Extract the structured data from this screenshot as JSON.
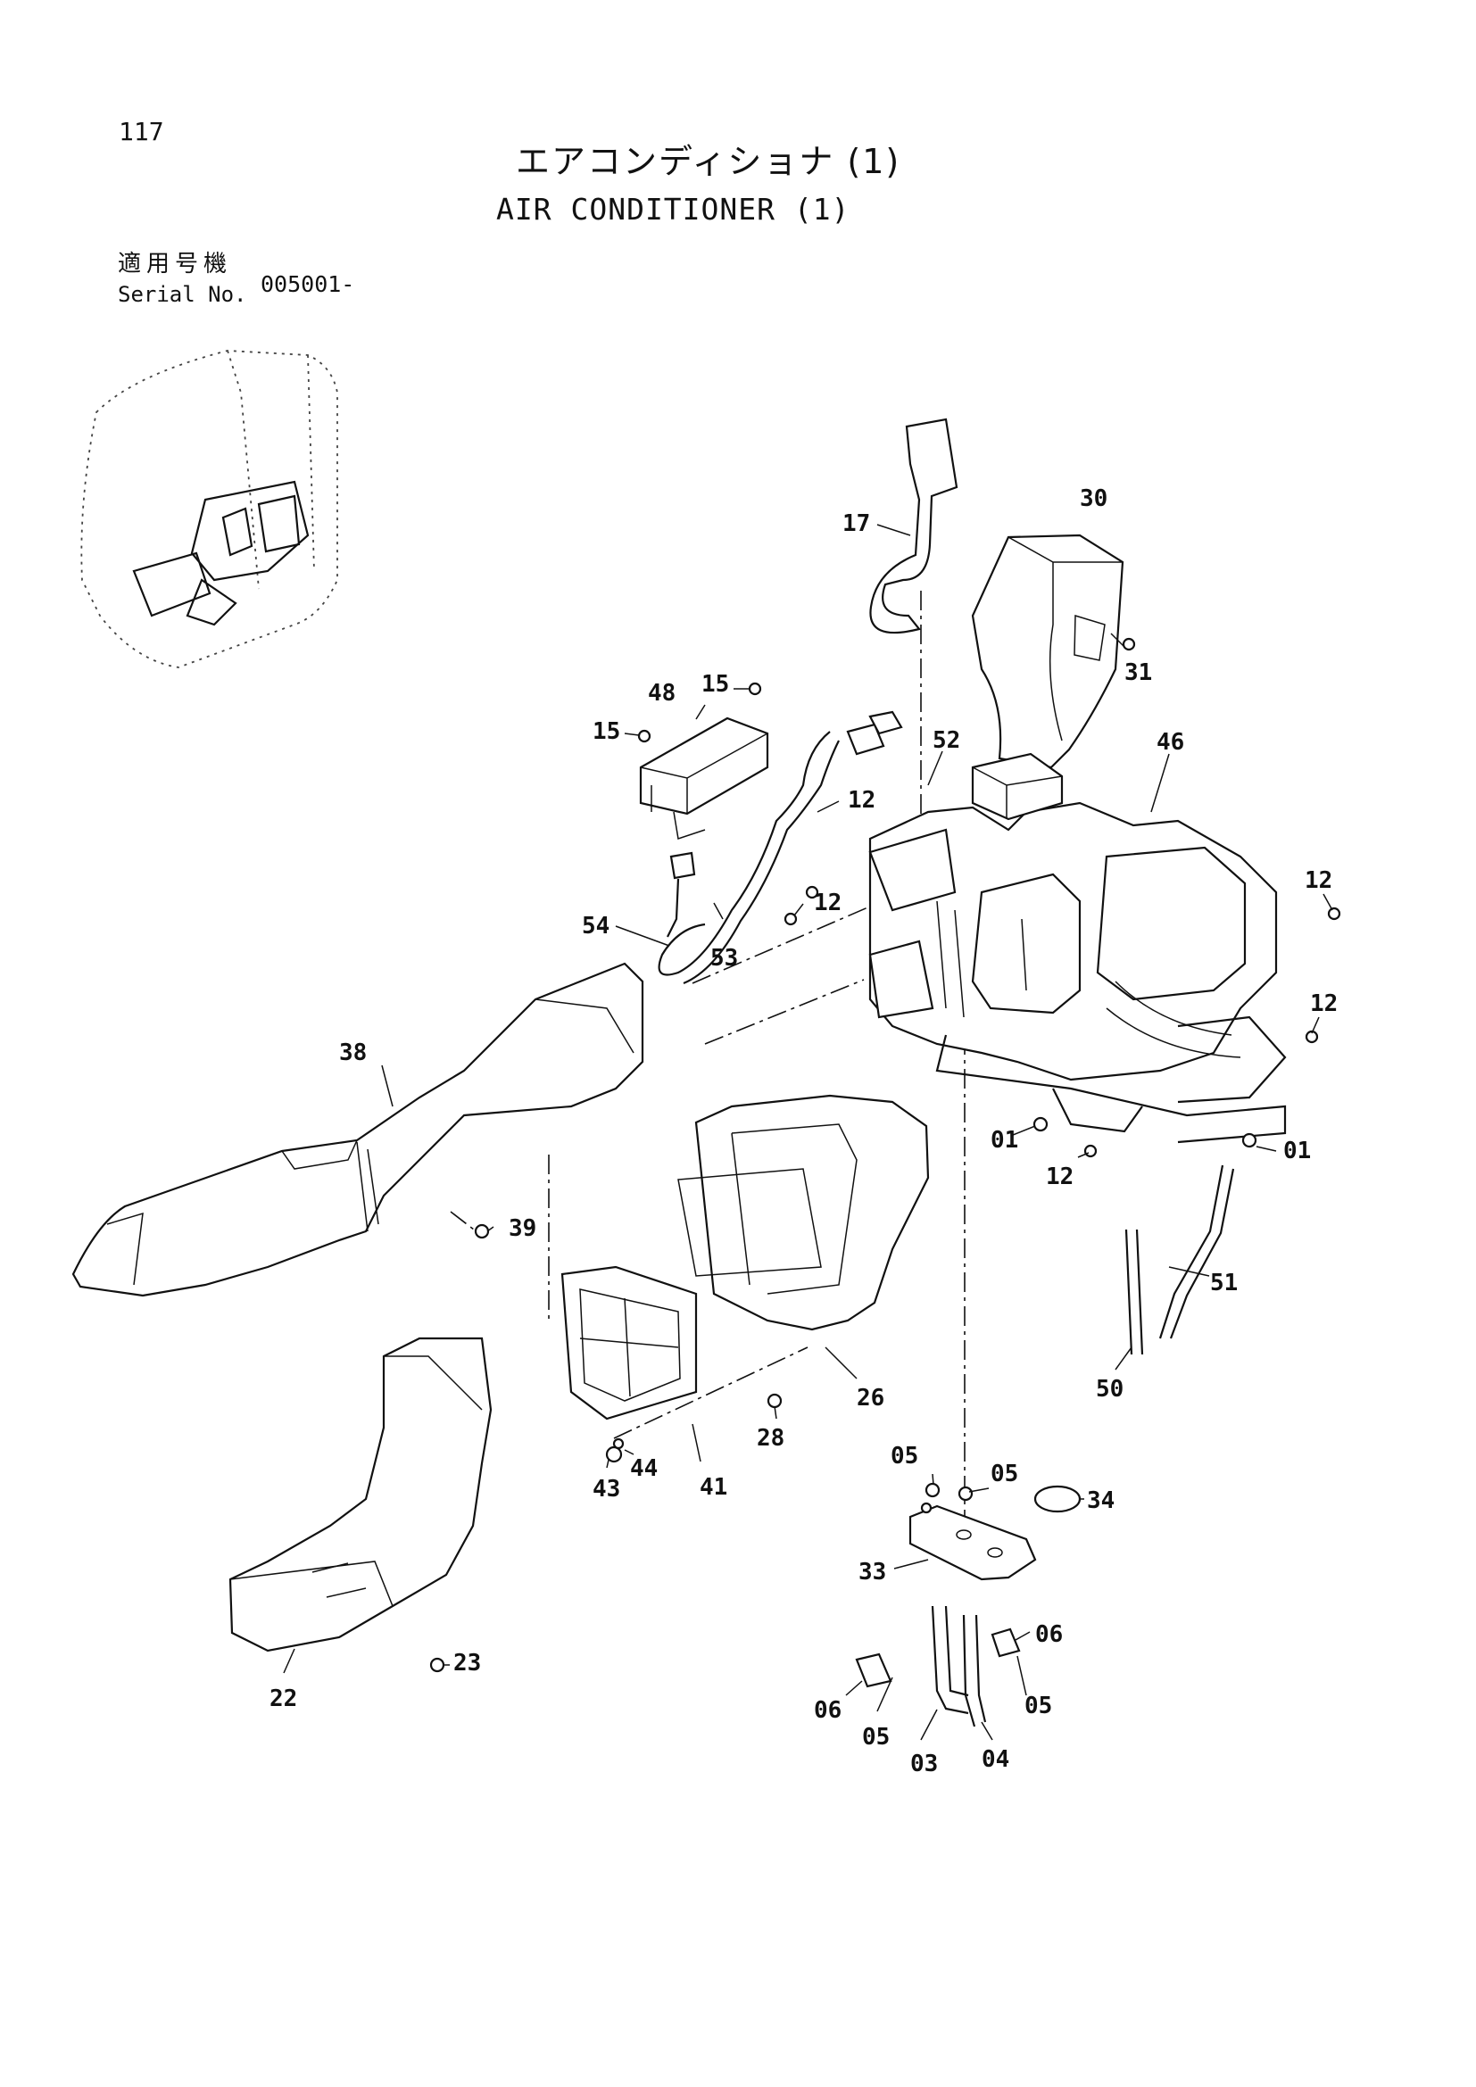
{
  "page_number": "117",
  "title_jp": "エアコンディショナ (1)",
  "title_en": "AIR CONDITIONER (1)",
  "serial": {
    "label_jp": "適用号機",
    "label_en": "Serial No.",
    "value": "005001-"
  },
  "callouts": {
    "c17": "17",
    "c30": "30",
    "c31": "31",
    "c15a": "15",
    "c15b": "15",
    "c48": "48",
    "c52": "52",
    "c46": "46",
    "c12a": "12",
    "c12b": "12",
    "c12c": "12",
    "c12d": "12",
    "c12e": "12",
    "c54": "54",
    "c53": "53",
    "c38": "38",
    "c39": "39",
    "c01a": "01",
    "c01b": "01",
    "c51": "51",
    "c50": "50",
    "c26": "26",
    "c28": "28",
    "c41": "41",
    "c44": "44",
    "c43": "43",
    "c05a": "05",
    "c05b": "05",
    "c34": "34",
    "c33": "33",
    "c06a": "06",
    "c06b": "06",
    "c05c": "05",
    "c05d": "05",
    "c03": "03",
    "c04": "04",
    "c22": "22",
    "c23": "23"
  }
}
